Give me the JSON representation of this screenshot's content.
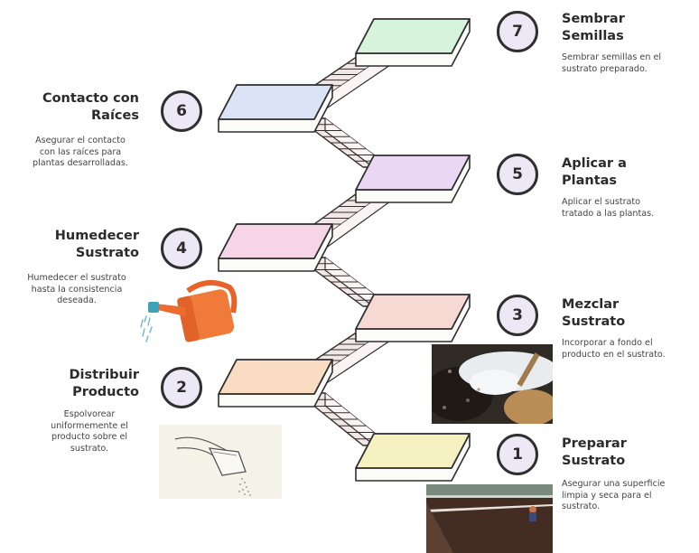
{
  "steps": [
    {
      "number": "1",
      "title_line1": "Preparar",
      "title_line2": "Sustrato",
      "desc_lines": [
        "Asegurar una superficie",
        "limpia y seca para el",
        "sustrato."
      ],
      "color": "#f6f1c0"
    },
    {
      "number": "2",
      "title_line1": "Distribuir",
      "title_line2": "Producto",
      "desc_lines": [
        "Espolvorear",
        "uniformemente el",
        "producto sobre el",
        "sustrato."
      ],
      "color": "#f9dcc2"
    },
    {
      "number": "3",
      "title_line1": "Mezclar",
      "title_line2": "Sustrato",
      "desc_lines": [
        "Incorporar a fondo el",
        "producto en el sustrato."
      ],
      "color": "#f7d9d3"
    },
    {
      "number": "4",
      "title_line1": "Humedecer",
      "title_line2": "Sustrato",
      "desc_lines": [
        "Humedecer el sustrato",
        "hasta la consistencia",
        "deseada."
      ],
      "color": "#f6d6e6"
    },
    {
      "number": "5",
      "title_line1": "Aplicar a",
      "title_line2": "Plantas",
      "desc_lines": [
        "Aplicar el sustrato",
        "tratado a las plantas."
      ],
      "color": "#ead7f3"
    },
    {
      "number": "6",
      "title_line1": "Contacto con",
      "title_line2": "Raíces",
      "desc_lines": [
        "Asegurar el contacto",
        "con las raíces para",
        "plantas desarrolladas."
      ],
      "color": "#dbe3f6"
    },
    {
      "number": "7",
      "title_line1": "Sembrar",
      "title_line2": "Semillas",
      "desc_lines": [
        "Sembrar semillas en el",
        "sustrato preparado."
      ],
      "color": "#d6f3dc"
    }
  ],
  "colors": {
    "badge_fill": "#ede8f5",
    "outline": "#2f2f2f",
    "stair_fill": "#f3e6e6"
  },
  "icons": [
    "watering-can-icon",
    "seed-packet-icon"
  ]
}
